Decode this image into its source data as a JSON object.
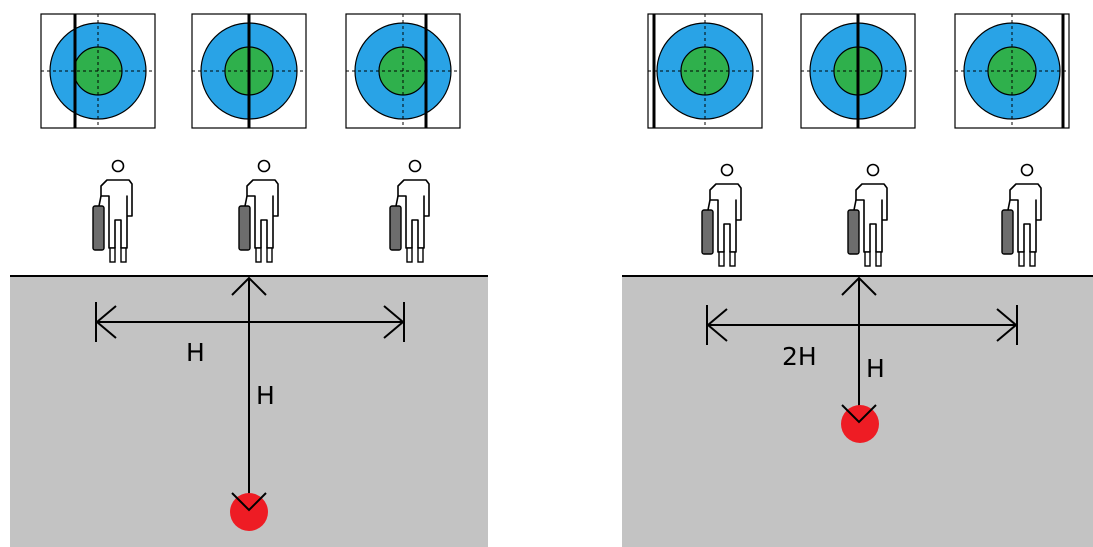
{
  "left_panel": {
    "width_label": "H",
    "depth_label": "H"
  },
  "right_panel": {
    "width_label": "2H",
    "depth_label": "H"
  },
  "colors": {
    "ground": "#c3c3c3",
    "outer_ring": "#29a3e6",
    "inner_circle": "#2fb04c",
    "target": "#ee1c24",
    "tank": "#6d6d6d",
    "line": "#000000"
  },
  "icons": {
    "target_chart": "concentric-circle-target-icon",
    "operator": "person-with-detector-icon",
    "buried_object": "red-dot-icon"
  }
}
